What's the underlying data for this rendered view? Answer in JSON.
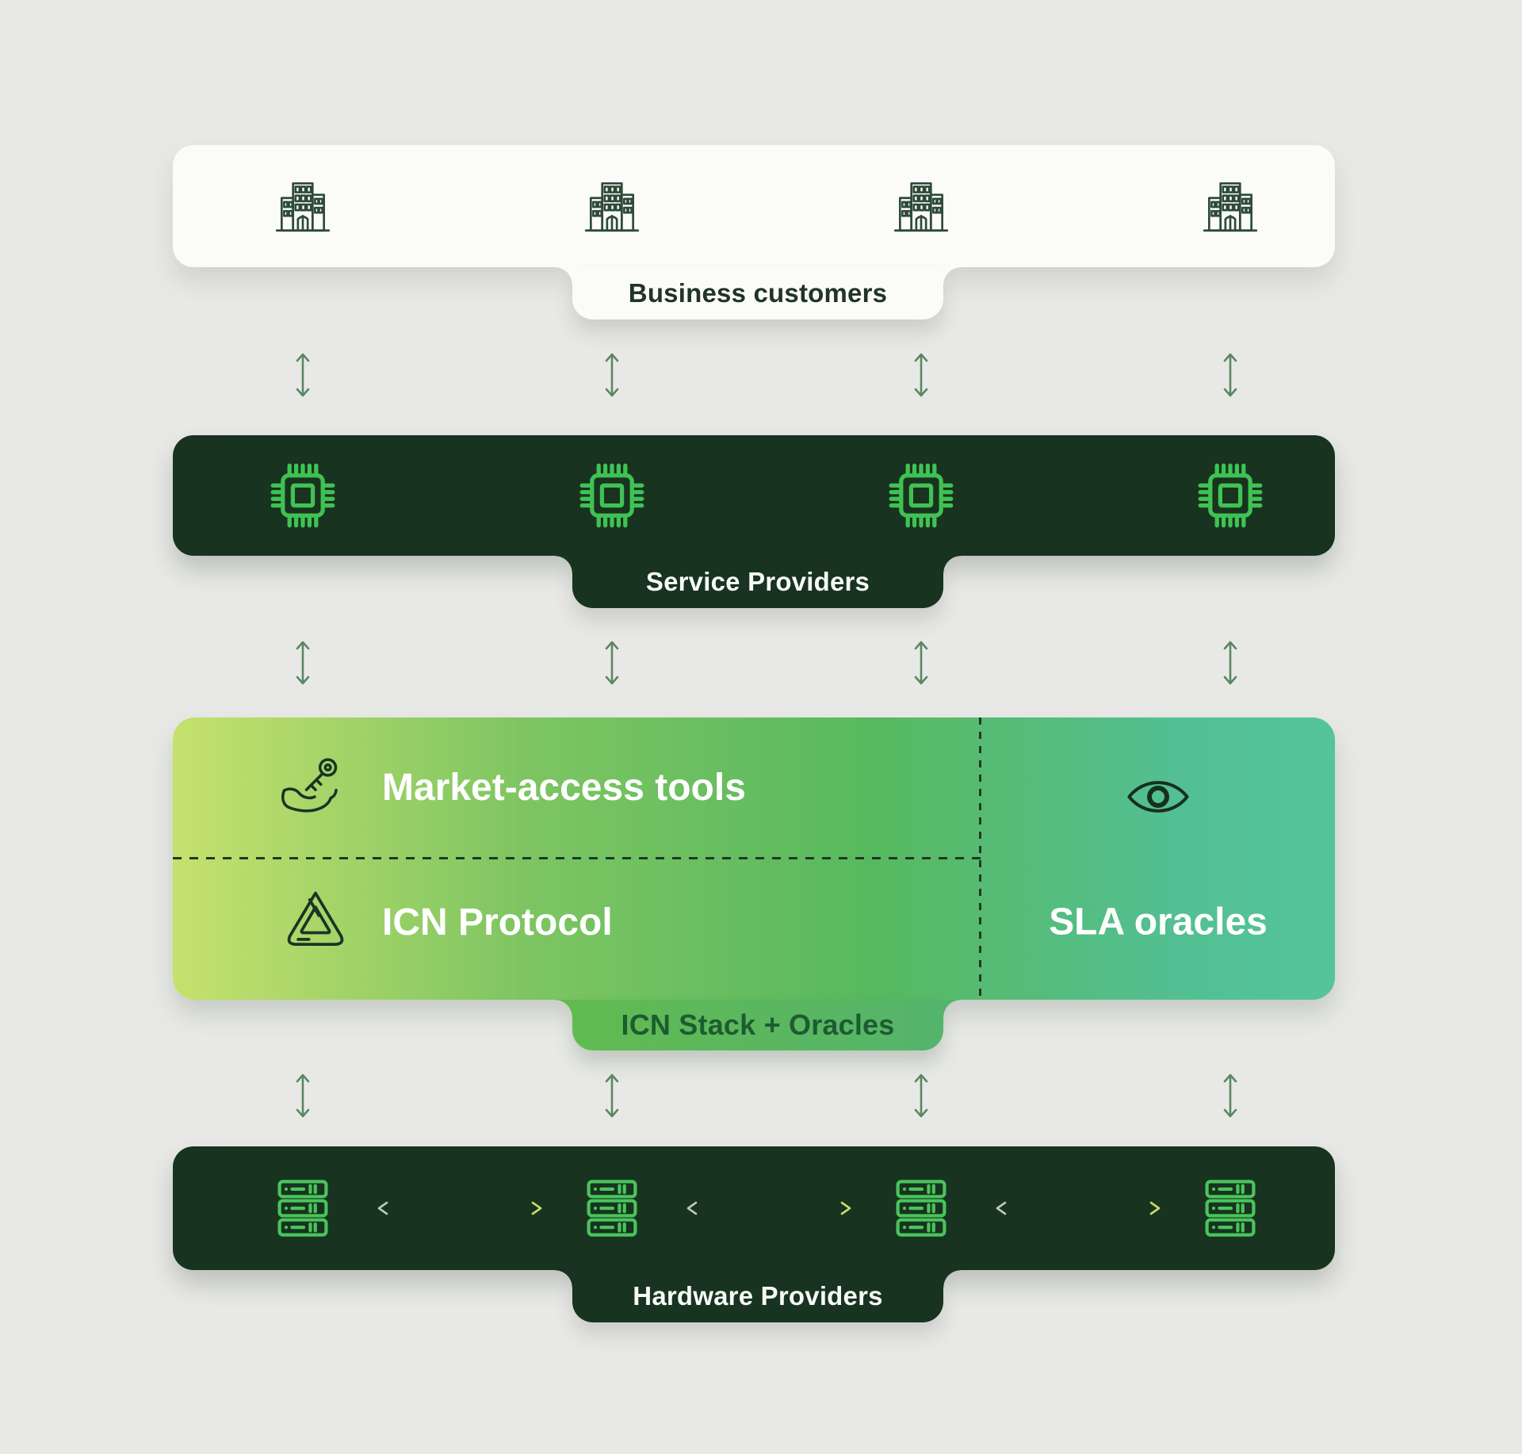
{
  "page": {
    "background": "#e8e9e6"
  },
  "colors": {
    "dark_bar": "#18331f",
    "light_bar": "#fbfbfa",
    "gradient_left": "#c6e16d",
    "gradient_mid": "#57b95e",
    "gradient_right": "#55c49d",
    "bright_icon_green": "#3fc253",
    "dark_icon_outline": "#2e4a38",
    "vertical_arrow_green": "#5a8763",
    "horizontal_arrow_left": "#b9cdb4",
    "horizontal_arrow_right": "#ccdb6d",
    "icn_tab_text": "#1d5c31",
    "light_tab_text": "#20342a",
    "dark_tab_text": "#f7faf6"
  },
  "layers": {
    "business": {
      "label": "Business customers",
      "icon": "building-icon",
      "icon_count": 4
    },
    "service": {
      "label": "Service Providers",
      "icon": "chip-icon",
      "icon_count": 4
    },
    "icn_stack": {
      "label": "ICN Stack + Oracles",
      "cells": {
        "market": {
          "label": "Market-access tools",
          "icon": "hand-key-icon"
        },
        "protocol": {
          "label": "ICN Protocol",
          "icon": "icn-logo-icon"
        },
        "sla": {
          "label": "SLA oracles",
          "icon": "eye-icon"
        }
      }
    },
    "hardware": {
      "label": "Hardware Providers",
      "icon": "server-icon",
      "icon_count": 4,
      "horizontal_arrow_count": 3
    }
  },
  "connections": {
    "vertical_arrow_rows": 3,
    "arrows_per_row": 4
  }
}
